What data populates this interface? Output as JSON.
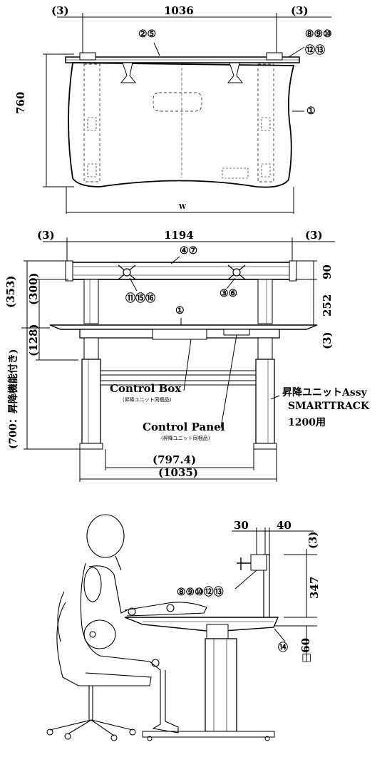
{
  "top_view": {
    "dim_left": "(3)",
    "dim_width": "1036",
    "dim_right": "(3)",
    "dim_depth": "760",
    "dim_w": "W",
    "parts_top": "②⑤",
    "parts_right_a": "⑧⑨⑩",
    "parts_right_b": "⑫⑬",
    "part_tabletop": "①"
  },
  "front_view": {
    "dim_left": "(3)",
    "dim_width": "1194",
    "dim_right": "(3)",
    "parts_rail": "④⑦",
    "parts_clamp_left": "⑪⑮⑯",
    "parts_clamp_right": "③⑥",
    "part_tabletop": "①",
    "dim_353": "(353)",
    "dim_300": "(300)",
    "dim_128": "(128)",
    "dim_700": "(700：昇降機能付き)",
    "dim_90": "90",
    "dim_252": "252",
    "dim_3_right": "(3)",
    "control_box": "Control Box",
    "control_box_sub": "(昇降ユニット同梱品)",
    "control_panel": "Control Panel",
    "control_panel_sub": "(昇降ユニット同梱品)",
    "lift_unit": "昇降ユニットAssy",
    "lift_model": "SMARTTRACK",
    "lift_size": "1200用",
    "dim_797": "(797.4)",
    "dim_1035": "(1035)"
  },
  "side_view": {
    "dim_30": "30",
    "dim_40": "40",
    "dim_3": "(3)",
    "dim_347": "347",
    "dim_60": "□60",
    "parts_monitor": "⑧⑨⑩⑫⑬",
    "part_14": "⑭"
  }
}
